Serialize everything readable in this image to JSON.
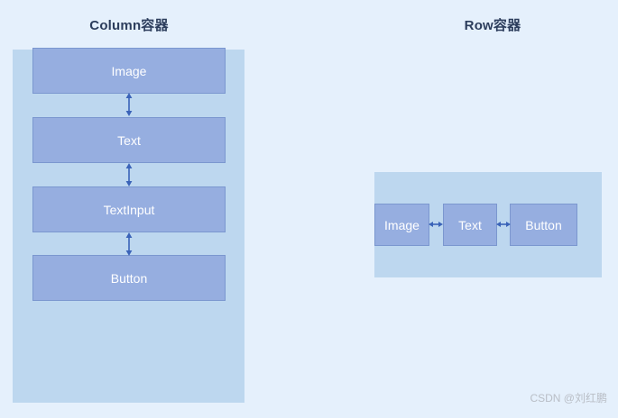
{
  "page": {
    "background_color": "#e5f0fc",
    "watermark": "CSDN @刘红鹏"
  },
  "colors": {
    "container_fill": "#bdd7ef",
    "component_fill": "#96aee0",
    "component_border": "#7b97cf",
    "component_text": "#ffffff",
    "title_text": "#2c3d5c",
    "arrow": "#3a63b8",
    "watermark_text": "#b9bec6"
  },
  "panels": [
    {
      "id": "column",
      "title": "Column容器",
      "direction": "vertical",
      "children": [
        {
          "label": "Image"
        },
        {
          "label": "Text"
        },
        {
          "label": "TextInput"
        },
        {
          "label": "Button"
        }
      ],
      "spacer_arrows": [
        {
          "icon": "double-arrow-vertical-icon"
        },
        {
          "icon": "double-arrow-vertical-icon"
        },
        {
          "icon": "double-arrow-vertical-icon"
        }
      ]
    },
    {
      "id": "row",
      "title": "Row容器",
      "direction": "horizontal",
      "children": [
        {
          "label": "Image"
        },
        {
          "label": "Text"
        },
        {
          "label": "Button"
        }
      ],
      "spacer_arrows": [
        {
          "icon": "double-arrow-horizontal-icon"
        },
        {
          "icon": "double-arrow-horizontal-icon"
        }
      ]
    }
  ]
}
